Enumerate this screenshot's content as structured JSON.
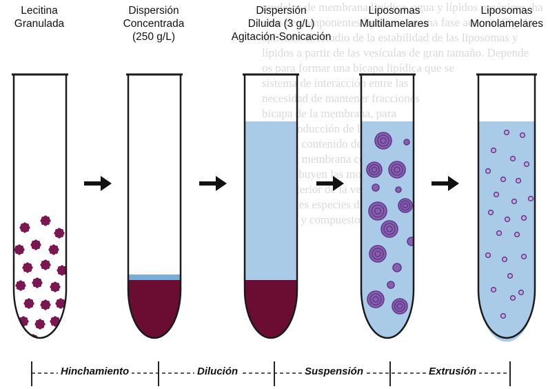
{
  "stages": [
    {
      "id": "lecitina",
      "lines": [
        "Lecitina",
        "Granulada"
      ]
    },
    {
      "id": "concentrada",
      "lines": [
        "Dispersión",
        "Concentrada",
        "(250 g/L)"
      ]
    },
    {
      "id": "diluida",
      "lines": [
        "Dispersión",
        "Diluida (3 g/L)",
        "Agitación-Sonicación"
      ]
    },
    {
      "id": "multilamelares",
      "lines": [
        "Liposomas",
        "Multilamelares"
      ]
    },
    {
      "id": "monolamelares",
      "lines": [
        "Liposomas",
        "Monolamelares"
      ]
    }
  ],
  "processes": [
    "Hinchamiento",
    "Dilución",
    "Suspensión",
    "Extrusión"
  ],
  "background_text_lines": [
    "modelos de membrana lipídica, agua y lípidos orgánicos, ha",
    "ción de componentes lipídicos en una fase acuosa (Fig. 1).",
    "aplicado al estudio de la estabilidad de las liposomas y",
    "lípidos a partir de las vesículas de gran tamaño. Depende",
    "os para formar una bicapa lipídica que se",
    "sistema de interacción entre las",
    "necesidad de mantener fracciones",
    "bicapa de la membrana, para",
    "de la producción de liposomas,",
    "sobre el contenido de lípidos",
    "con una membrana concéntrica",
    "se distribuyen las moléculas",
    "en el interior de la vesícula",
    "siguientes especies de liposomas",
    "simples y compuestos"
  ],
  "colors": {
    "tube_outline": "#1a1a1a",
    "water": "#a9cbe7",
    "lipid_dark": "#6b0d33",
    "lipid_band": "#7aaed6",
    "granule": "#7a1650",
    "liposome": "#8a5fb0",
    "liposome_dark": "#5e3a8a",
    "arrow": "#111111"
  },
  "icons": {
    "arrow": "right-arrow-icon",
    "granule": "granule-icon",
    "multilamellar": "multilamellar-liposome-icon",
    "unilamellar": "unilamellar-liposome-icon"
  }
}
